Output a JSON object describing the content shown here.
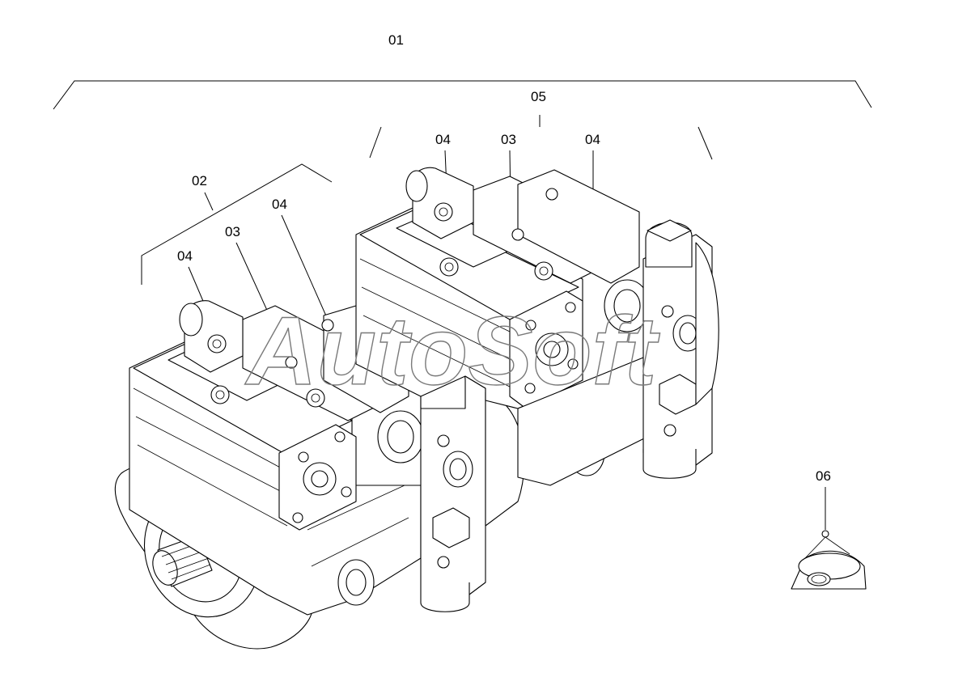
{
  "callouts": {
    "c01": "01",
    "c05": "05",
    "c04a": "04",
    "c03a": "03",
    "c04b": "04",
    "c02": "02",
    "c04c": "04",
    "c03b": "03",
    "c04d": "04",
    "c06": "06"
  },
  "watermark": "AutoSoft"
}
